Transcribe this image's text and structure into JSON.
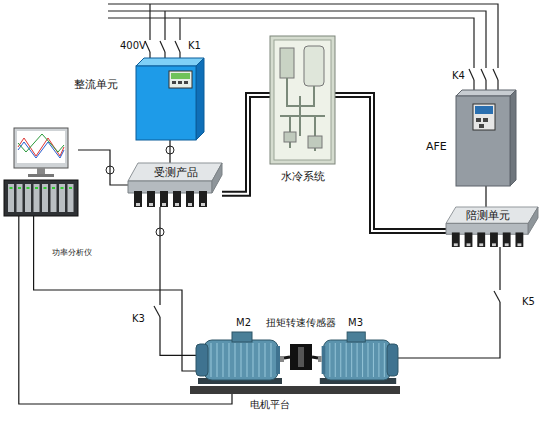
{
  "diagram": {
    "nodes": [
      {
        "text": [
          "整流单元"
        ]
      },
      {
        "text": [
          "水冷系统"
        ]
      },
      {
        "text": [
          "AFE"
        ]
      },
      {
        "text": [
          "功率分析仪"
        ]
      },
      {
        "text": [
          "受测产品"
        ]
      },
      {
        "text": [
          "陪测单元"
        ]
      },
      {
        "text": [
          "M2"
        ]
      },
      {
        "text": [
          "扭矩转速传感器"
        ]
      },
      {
        "text": [
          "M3"
        ]
      },
      {
        "text": [
          "电机平台"
        ]
      }
    ],
    "edges": [
      {
        "from": 0,
        "to": 4,
        "arrow": "none"
      },
      {
        "from": 4,
        "to": 1,
        "arrow": "none"
      },
      {
        "from": 1,
        "to": 5,
        "arrow": "none"
      },
      {
        "from": 2,
        "to": 5,
        "arrow": "none"
      },
      {
        "from": 4,
        "to": 6,
        "arrow": "none"
      },
      {
        "from": 5,
        "to": 8,
        "arrow": "none"
      },
      {
        "from": 6,
        "to": 7,
        "arrow": "none"
      },
      {
        "from": 7,
        "to": 8,
        "arrow": "none"
      },
      {
        "from": 3,
        "to": 4,
        "arrow": "none"
      },
      {
        "from": 3,
        "to": 6,
        "arrow": "none"
      },
      {
        "from": 3,
        "to": 9,
        "arrow": "none"
      }
    ],
    "labels": [
      "400V",
      "K1",
      "K4",
      "K3",
      "K5"
    ]
  }
}
